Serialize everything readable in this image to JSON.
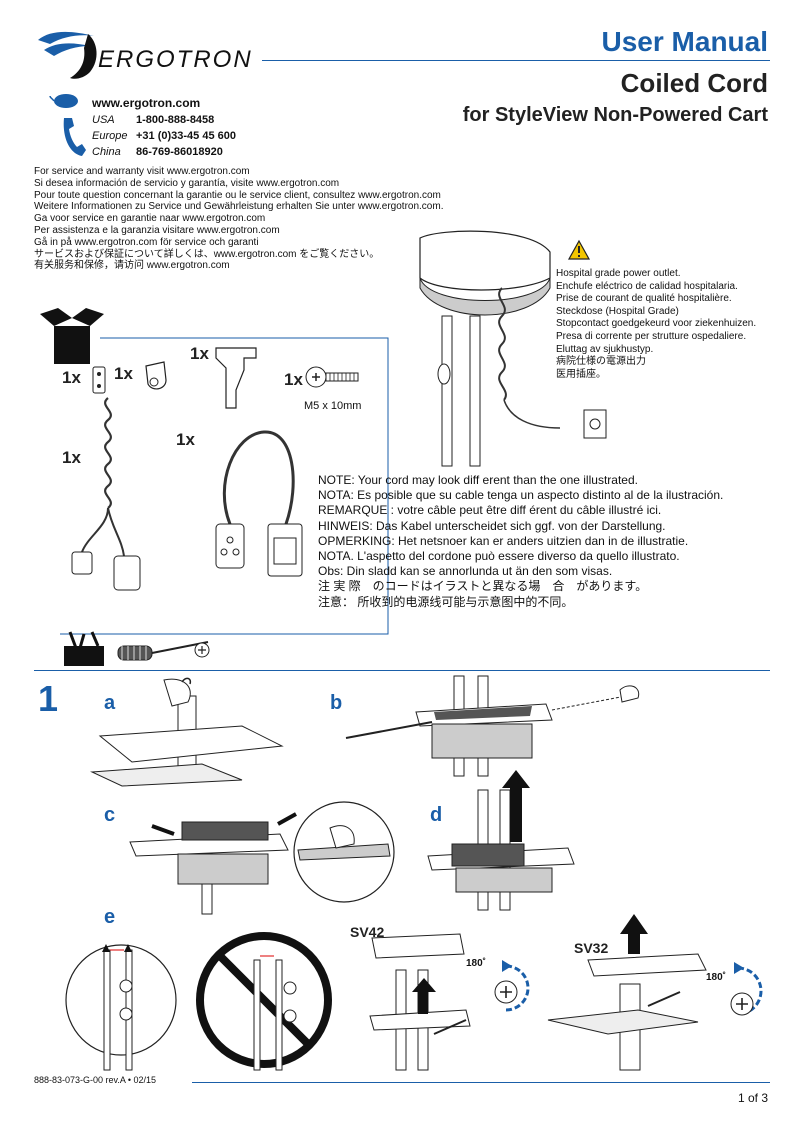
{
  "header": {
    "brand": "ERGOTRON",
    "title": "User Manual",
    "product": "Coiled Cord",
    "subtitle": "for StyleView Non-Powered Cart"
  },
  "contact": {
    "website": "www.ergotron.com",
    "phones": [
      {
        "region": "USA",
        "number": "1-800-888-8458"
      },
      {
        "region": "Europe",
        "number": "+31 (0)33-45 45 600"
      },
      {
        "region": "China",
        "number": "86-769-86018920"
      }
    ]
  },
  "service": [
    "For service and warranty visit www.ergotron.com",
    "Si desea información de servicio y garantía, visite www.ergotron.com",
    "Pour toute question concernant la garantie ou le service client, consultez www.ergotron.com",
    "Weitere Informationen zu Service und Gewährleistung erhalten Sie unter www.ergotron.com.",
    "Ga voor service en garantie naar www.ergotron.com",
    "Per assistenza e la garanzia visitare www.ergotron.com",
    "Gå in på www.ergotron.com för service och garanti",
    "サービスおよび保証について詳しくは、www.ergotron.com をご覧ください。",
    "有关服务和保修，请访问 www.ergotron.com"
  ],
  "warning": [
    "Hospital grade power outlet.",
    "Enchufe eléctrico de calidad hospitalaria.",
    "Prise de courant de qualité hospitalière.",
    "Steckdose (Hospital Grade)",
    "Stopcontact goedgekeurd voor ziekenhuizen.",
    "Presa di corrente per strutture ospedaliere.",
    "Eluttag av sjukhustyp.",
    "病院仕様の電源出力",
    "医用插座。"
  ],
  "parts": {
    "q1": "1x",
    "q2": "1x",
    "q3": "1x",
    "q4": "1x",
    "q5": "1x",
    "q6": "1x",
    "screw_label": "M5 x 10mm"
  },
  "notes": [
    "NOTE:  Your cord may look diff erent than the one illustrated.",
    "NOTA:  Es posible que su cable tenga un aspecto distinto al de la ilustración.",
    "REMARQUE : votre câble peut être diff érent du câble illustré ici.",
    "HINWEIS:  Das Kabel unterscheidet sich ggf. von der Darstellung.",
    "OPMERKING:  Het netsnoer kan er anders uitzien dan in de illustratie.",
    "NOTA.  L'aspetto del cordone può essere diverso da quello illustrato.",
    "Obs:  Din sladd kan se annorlunda ut än den som visas.",
    "注 実 際　のコードはイラストと異なる場　合　があります。",
    "注意：  所收到的电源线可能与示意图中的不同。"
  ],
  "steps": {
    "number": "1",
    "a": "a",
    "b": "b",
    "c": "c",
    "d": "d",
    "e": "e",
    "sv42": "SV42",
    "sv32": "SV32",
    "deg1": "180˚",
    "deg2": "180˚"
  },
  "footer": {
    "code": "888-83-073-G-00 rev.A • 02/15",
    "page": "1 of 3"
  },
  "colors": {
    "accent": "#1a5ea8",
    "warning": "#f2c500"
  }
}
